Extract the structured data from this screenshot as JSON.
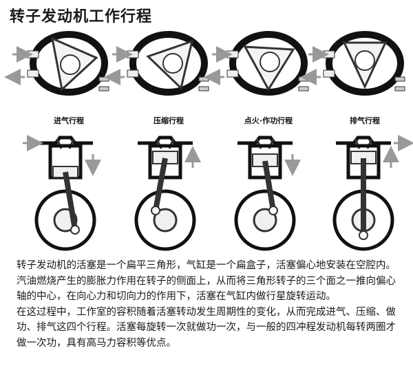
{
  "title": "转子发动机工作行程",
  "strokes": [
    {
      "label": "进气行程"
    },
    {
      "label": "压缩行程"
    },
    {
      "label": "点火·作功行程"
    },
    {
      "label": "排气行程"
    }
  ],
  "description": {
    "p1": "转子发动机的活塞是一个扁平三角形，气缸是一个扁盒子，活塞偏心地安装在空腔内。汽油燃烧产生的膨胀力作用在转子的侧面上，从而将三角形转子的三个面之一推向偏心轴的中心，在向心力和切向力的作用下，活塞在气缸内做行星旋转运动。",
    "p2": "在这过程中，工作室的容积随着活塞转动发生周期性的变化，从而完成进气、压缩、做功、排气这四个行程。活塞每旋转一次就做功一次，与一般的四冲程发动机每转两圈才做一次功，具有高马力容积等优点。"
  }
}
